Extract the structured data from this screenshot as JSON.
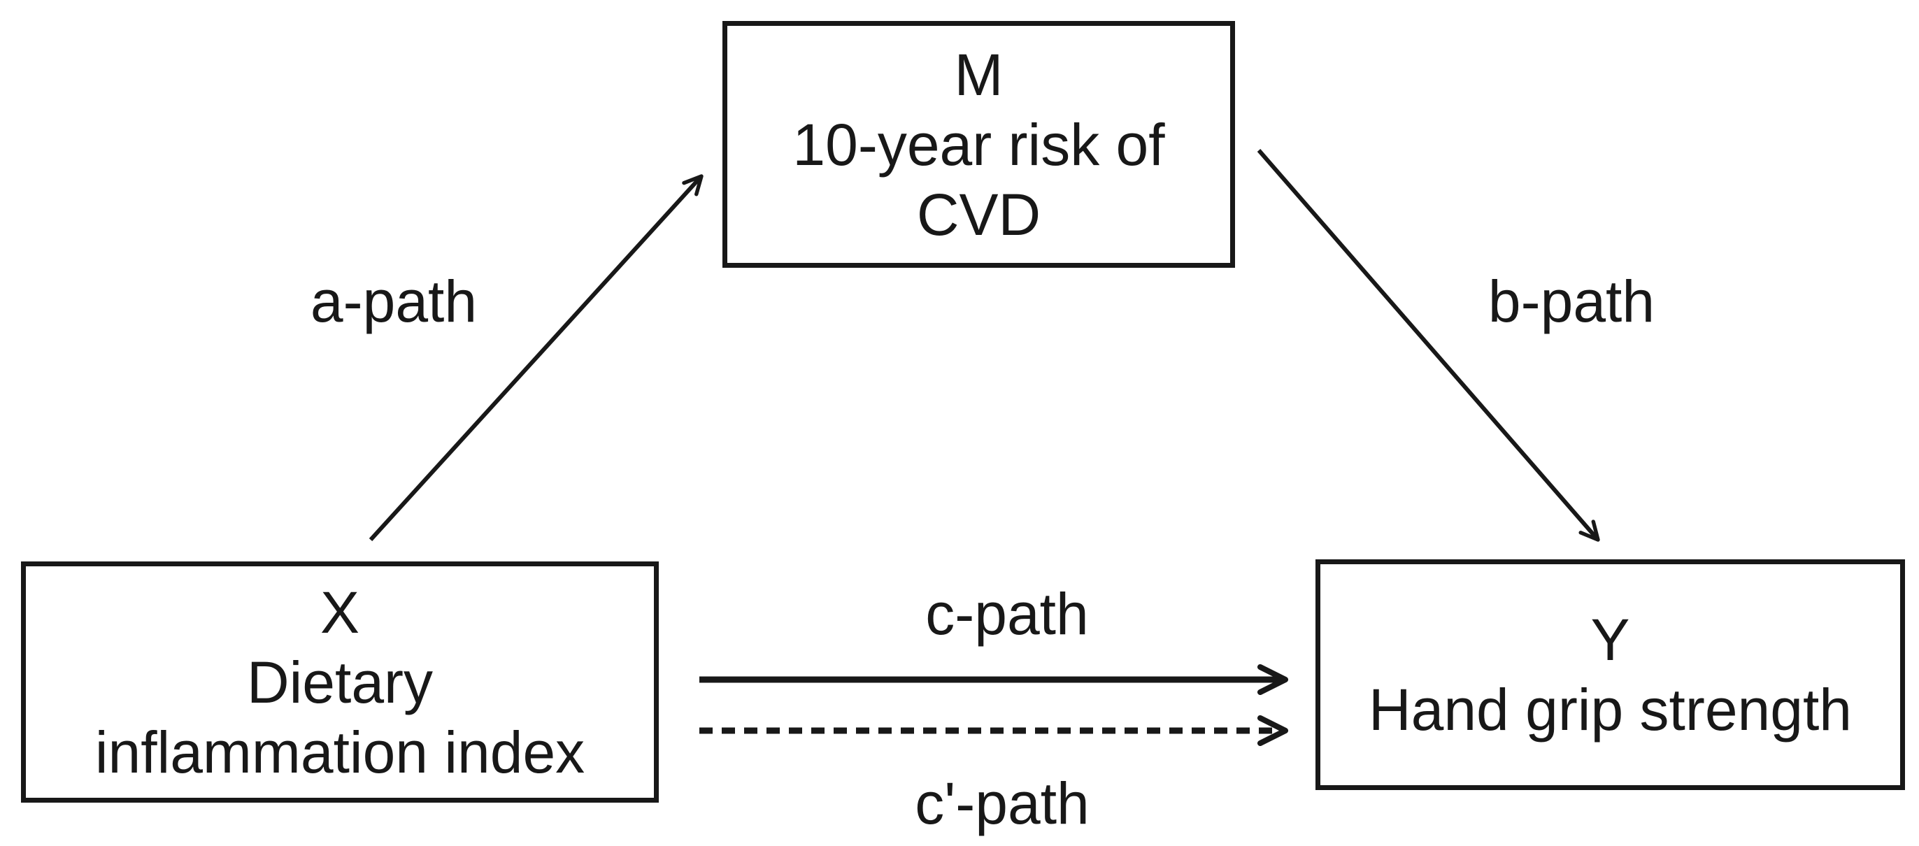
{
  "figure": {
    "background_color": "#ffffff",
    "ink_color": "#181818"
  },
  "nodes": {
    "m": {
      "lines": [
        "M",
        "10-year risk of",
        "CVD"
      ]
    },
    "x": {
      "lines": [
        "X",
        "Dietary",
        "inflammation index"
      ]
    },
    "y": {
      "lines": [
        "Y",
        "Hand grip strength"
      ]
    }
  },
  "path_labels": {
    "a": "a-path",
    "b": "b-path",
    "c": "c-path",
    "c_prime": "c'-path"
  }
}
